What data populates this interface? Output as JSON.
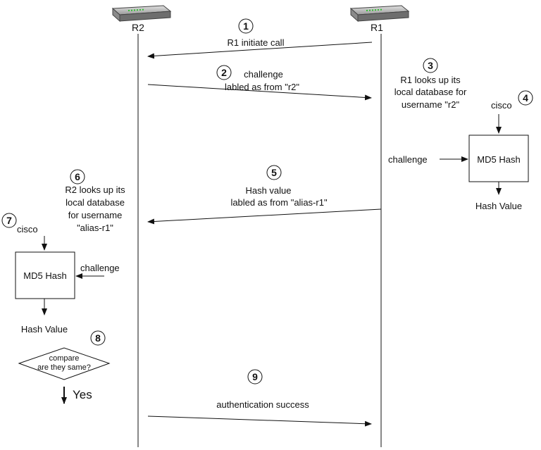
{
  "routers": {
    "r2": {
      "label": "R2"
    },
    "r1": {
      "label": "R1"
    }
  },
  "steps": {
    "s1": {
      "num": "1",
      "text": "R1 initiate call"
    },
    "s2": {
      "num": "2",
      "text_line1": "challenge",
      "text_line2": "labled as from \"r2\""
    },
    "s3": {
      "num": "3",
      "line1": "R1 looks up its",
      "line2": "local database for",
      "line3": "username \"r2\""
    },
    "s4": {
      "num": "4",
      "label": "cisco"
    },
    "s5": {
      "num": "5",
      "line1": "Hash value",
      "line2": "labled as from \"alias-r1\""
    },
    "s6": {
      "num": "6",
      "line1": "R2 looks up its",
      "line2": "local database",
      "line3": "for username",
      "line4": "\"alias-r1\""
    },
    "s7": {
      "num": "7",
      "label": "cisco"
    },
    "s8": {
      "num": "8",
      "diamond_line1": "compare",
      "diamond_line2": "are they same?",
      "result": "Yes"
    },
    "s9": {
      "num": "9",
      "text": "authentication success"
    }
  },
  "r1_side": {
    "challenge_label": "challenge",
    "md5_label": "MD5 Hash",
    "hash_value_label": "Hash Value"
  },
  "r2_side": {
    "challenge_label": "challenge",
    "md5_label": "MD5 Hash",
    "hash_value_label": "Hash Value"
  }
}
